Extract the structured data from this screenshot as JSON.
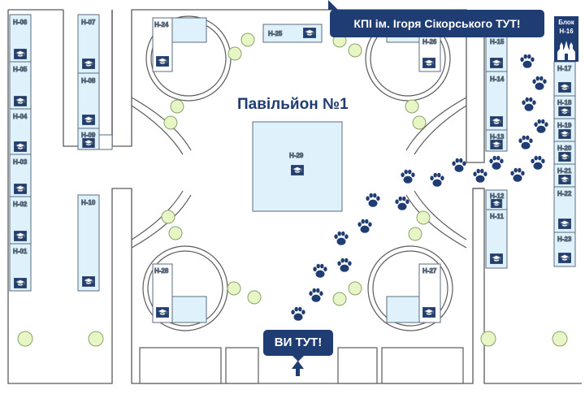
{
  "title": "Павільйон №1",
  "kpi_label": "КПІ ім. Ігоря Сікорського ТУТ!",
  "here_label": "ВИ ТУТ!",
  "block_label": [
    "Блок",
    "Н-16"
  ],
  "colors": {
    "booth_fill": "#dff2fb",
    "booth_stroke": "#5b6b7d",
    "accent": "#1f3d73",
    "tree_fill": "#e7f6c4",
    "tree_stroke": "#8aa36e",
    "wall": "#5b5b5b"
  },
  "icons": {
    "booth": "graduation-cap-icon",
    "paw": "paw-print-icon",
    "arrow": "arrow-up-icon",
    "castle": "castle-icon"
  },
  "booths": {
    "h01": "Н-01",
    "h02": "Н-02",
    "h03": "Н-03",
    "h04": "Н-04",
    "h05": "Н-05",
    "h06": "Н-06",
    "h07": "Н-07",
    "h08": "Н-08",
    "h09": "Н-09",
    "h10": "Н-10",
    "h11": "Н-11",
    "h12": "Н-12",
    "h13": "Н-13",
    "h14": "Н-14",
    "h15": "Н-15",
    "h17": "Н-17",
    "h18": "Н-18",
    "h19": "Н-19",
    "h20": "Н-20",
    "h21": "Н-21",
    "h22": "Н-22",
    "h23": "Н-23",
    "h24": "Н-24",
    "h25": "Н-25",
    "h26": "Н-26",
    "h27": "Н-27",
    "h28": "Н-28",
    "h29": "Н-29"
  }
}
